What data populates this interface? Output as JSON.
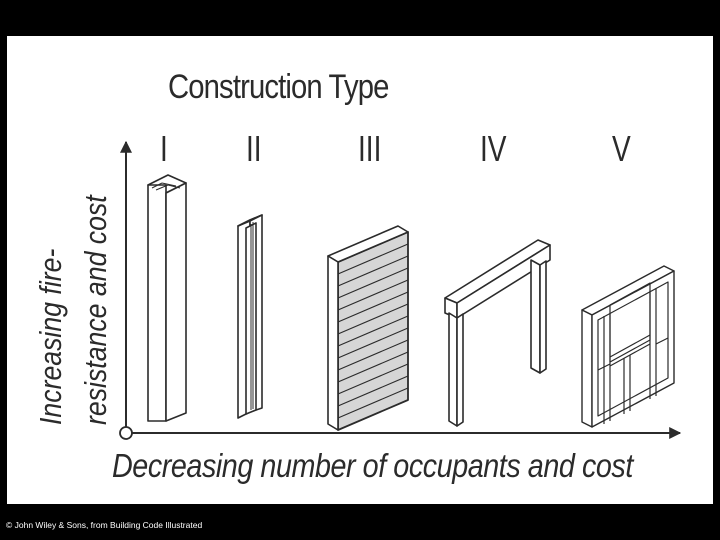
{
  "diagram": {
    "title": "Construction Type",
    "types": [
      {
        "numeral": "I"
      },
      {
        "numeral": "II"
      },
      {
        "numeral": "III"
      },
      {
        "numeral": "IV"
      },
      {
        "numeral": "V"
      }
    ],
    "y_axis_label_line1": "Increasing fire-",
    "y_axis_label_line2": "resistance and cost",
    "x_axis_label": "Decreasing number of occupants and cost"
  },
  "footer": {
    "copyright": "© John Wiley & Sons, from Building Code Illustrated"
  },
  "colors": {
    "background": "#000000",
    "panel": "#ffffff",
    "ink": "#2b2b2b",
    "hatch_fill": "#d6d6d6"
  }
}
